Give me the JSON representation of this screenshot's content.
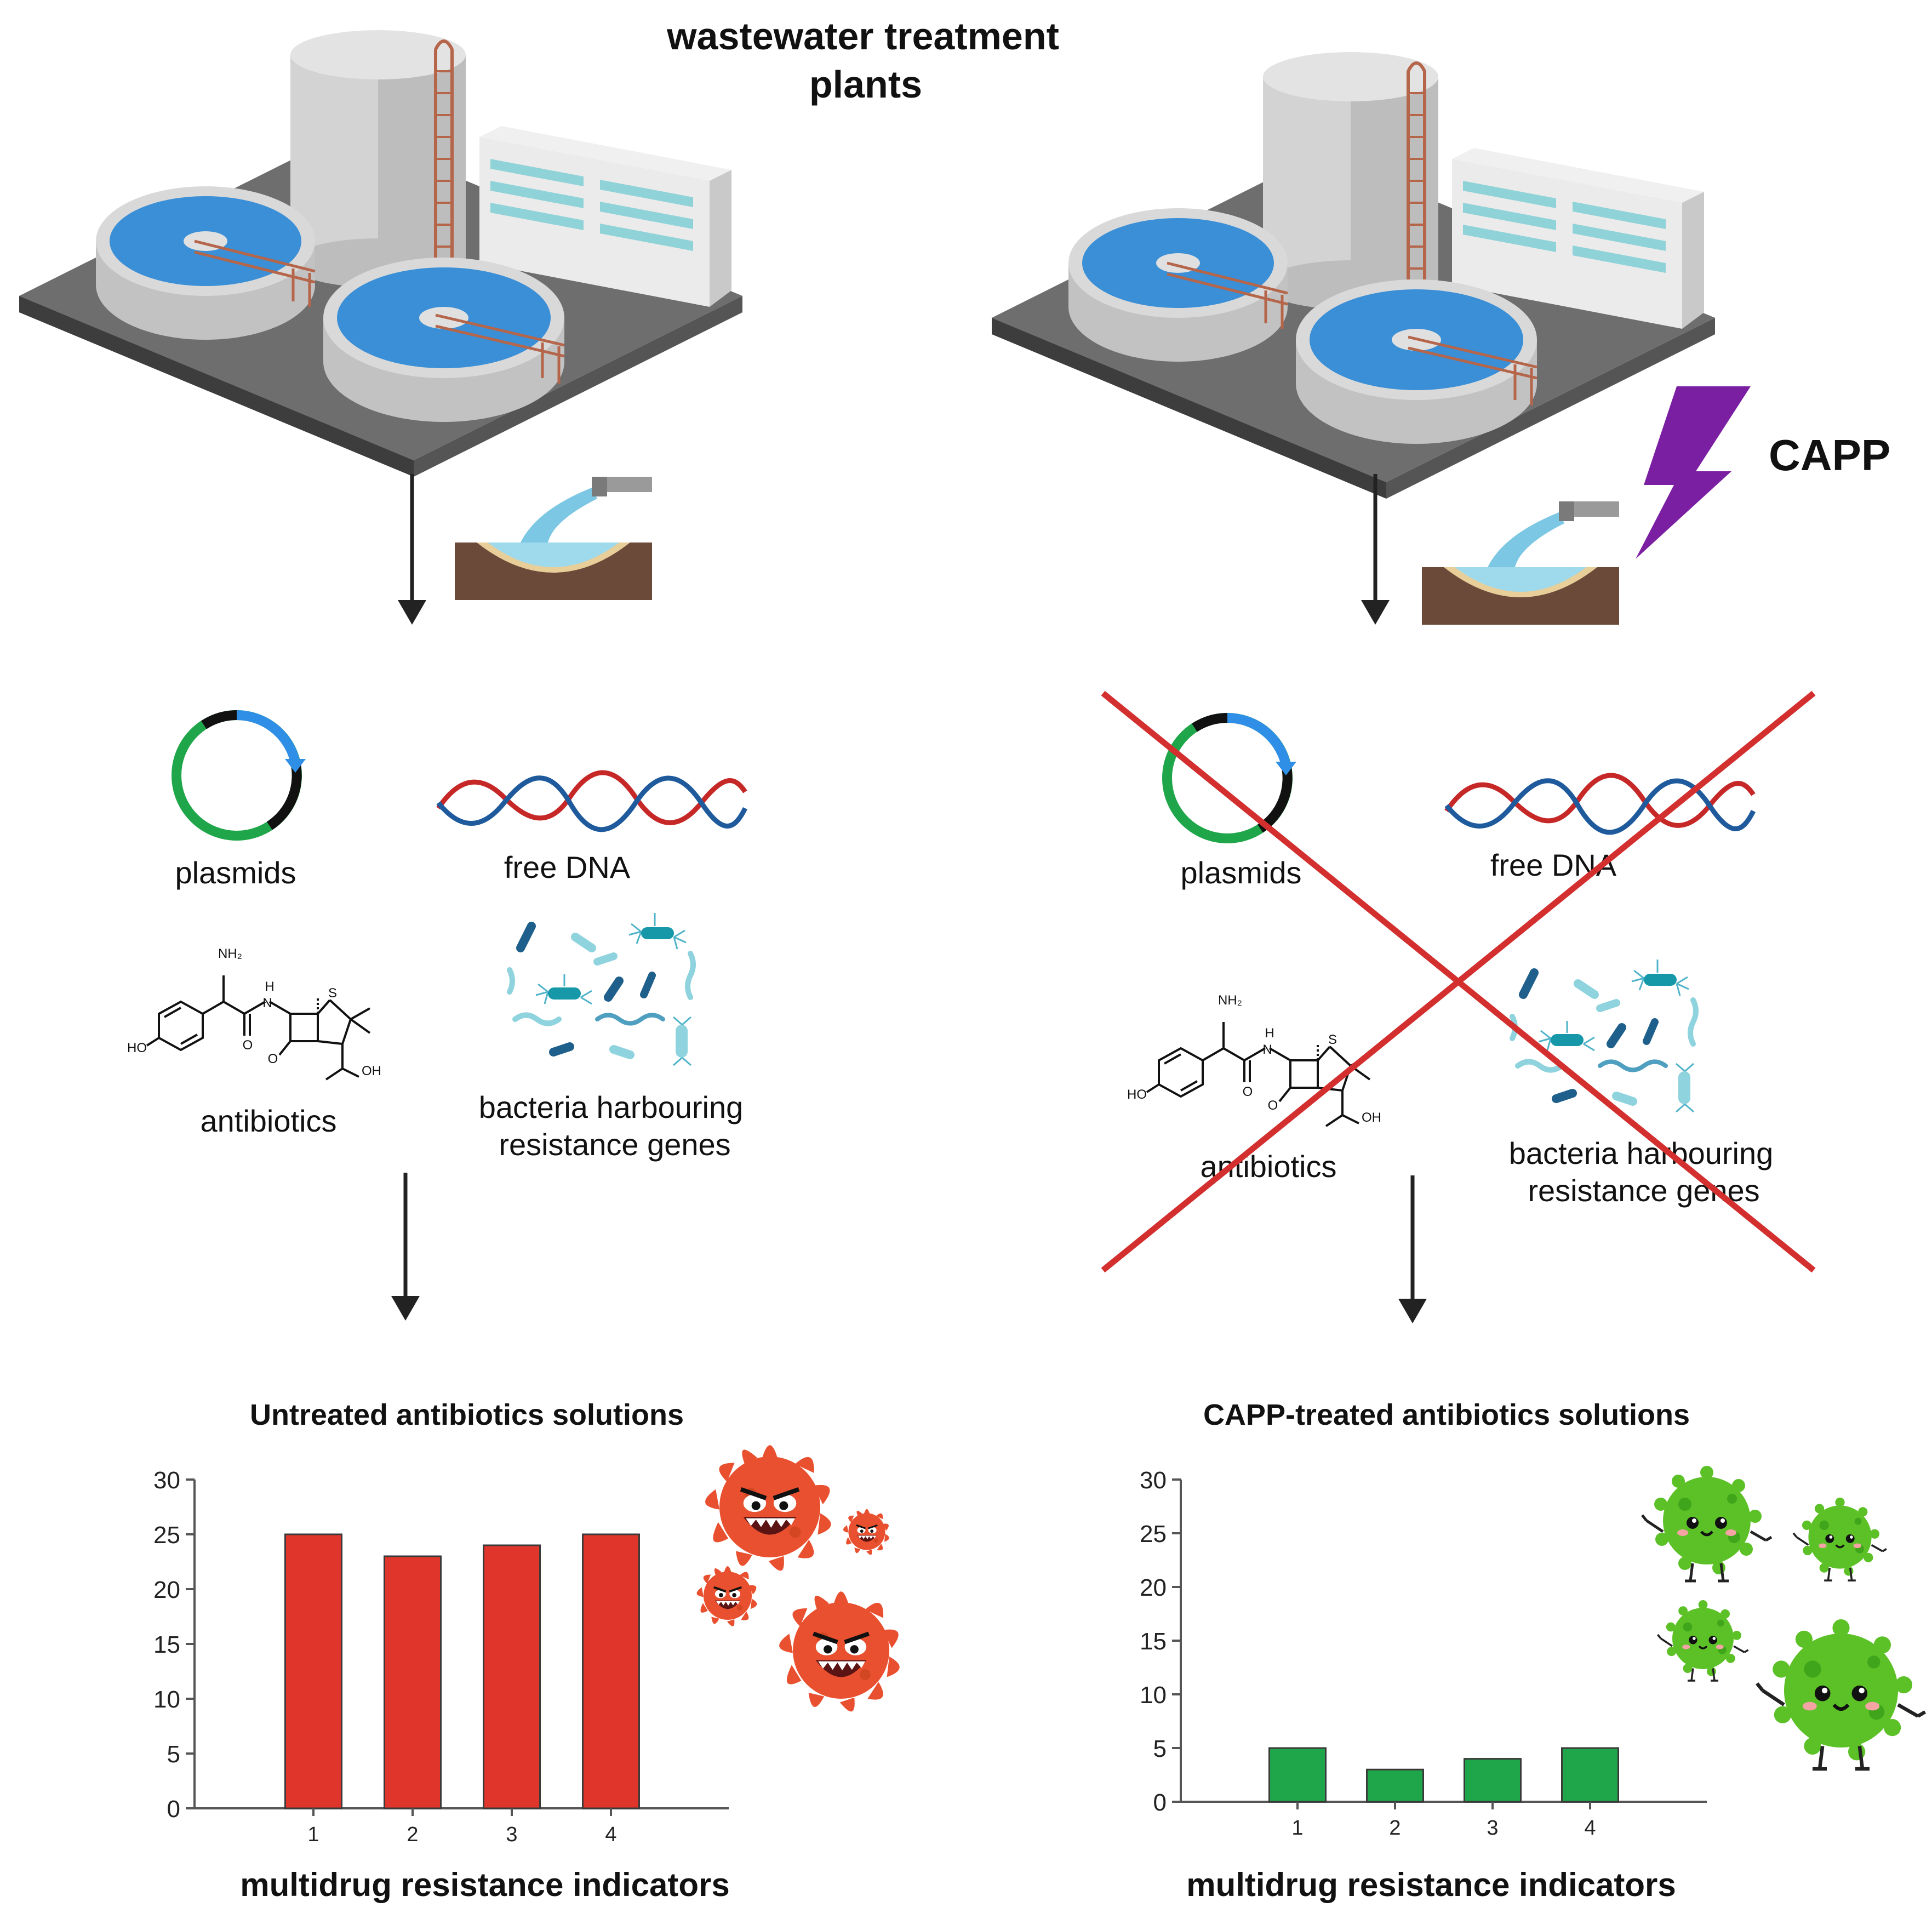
{
  "header": {
    "title_line1": "wastewater treatment",
    "title_line2": "plants"
  },
  "treatment": {
    "label": "CAPP",
    "bolt_color": "#7b1fa2"
  },
  "left_panel": {
    "plasmids_label": "plasmids",
    "free_dna_label": "free DNA",
    "antibiotics_label": "antibiotics",
    "bacteria_label_line1": "bacteria harbouring",
    "bacteria_label_line2": "resistance genes",
    "chem": {
      "nh2": "NH₂",
      "h": "H",
      "n": "N",
      "s": "S",
      "o1": "O",
      "o2": "O",
      "ho": "HO",
      "oh": "OH"
    }
  },
  "right_panel": {
    "plasmids_label": "plasmids",
    "free_dna_label": "free DNA",
    "antibiotics_label": "antibiotics",
    "bacteria_label_line1": "bacteria harbouring",
    "bacteria_label_line2": "resistance genes",
    "cross_color": "#d32f2f",
    "chem": {
      "nh2": "NH₂",
      "h": "H",
      "n": "N",
      "s": "S",
      "o1": "O",
      "o2": "O",
      "ho": "HO",
      "oh": "OH"
    }
  },
  "chart_data": [
    {
      "type": "bar",
      "title": "Untreated antibiotics solutions",
      "xlabel": "multidrug resistance indicators",
      "ylabel": "",
      "categories": [
        "1",
        "2",
        "3",
        "4"
      ],
      "values": [
        25,
        23,
        24,
        25
      ],
      "ylim": [
        0,
        30
      ],
      "yticks": [
        0,
        5,
        10,
        15,
        20,
        25,
        30
      ],
      "color": "#e0352b",
      "grid": false
    },
    {
      "type": "bar",
      "title": "CAPP-treated antibiotics solutions",
      "xlabel": "multidrug resistance indicators",
      "ylabel": "",
      "categories": [
        "1",
        "2",
        "3",
        "4"
      ],
      "values": [
        5,
        3,
        4,
        5
      ],
      "ylim": [
        0,
        30
      ],
      "yticks": [
        0,
        5,
        10,
        15,
        20,
        25,
        30
      ],
      "color": "#1fa64a",
      "grid": false
    }
  ],
  "colors": {
    "water": "#3a8fd6",
    "plant_base": "#6b6b6b",
    "tank": "#d9d9d9",
    "ladder": "#b5654a",
    "soil": "#6b4a3a",
    "bad_microbe": "#e8502f",
    "good_microbe": "#5cc127"
  },
  "icons": [
    "treatment-plant-icon",
    "outflow-pipe-icon",
    "plasmid-icon",
    "dna-helix-icon",
    "ampicillin-structure-icon",
    "bacteria-cluster-icon",
    "lightning-bolt-icon",
    "angry-microbe-icon",
    "smiling-microbe-icon"
  ]
}
